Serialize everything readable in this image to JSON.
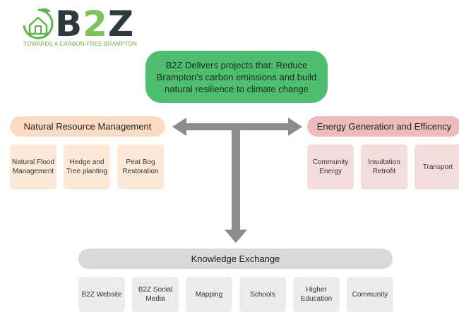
{
  "logo": {
    "wordmark_b": "B",
    "wordmark_2": "2",
    "wordmark_z": "Z",
    "tagline": "TOWARDS A CARBON-FREE BRAMPTON",
    "icon": "house-leaf-icon"
  },
  "headline": "B2Z Delivers projects that: Reduce Brampton's carbon emissions and build natural resilience to climate change",
  "natural_resource": {
    "title": "Natural Resource Management",
    "items": [
      "Natural Flood Management",
      "Hedge and Tree planting",
      "Peat Bog Restoration"
    ]
  },
  "energy": {
    "title": "Energy Generation and Efficency",
    "items": [
      "Community Energy",
      "Insultation Retrofit",
      "Transport"
    ]
  },
  "knowledge": {
    "title": "Knowledge Exchange",
    "items": [
      "B2Z Website",
      "B2Z Social Media",
      "Mapping",
      "Schools",
      "Higher Education",
      "Community"
    ]
  },
  "colors": {
    "headline_green": "#4dbf6e",
    "natural_header": "#fbdcc3",
    "natural_box": "#fde9d8",
    "energy_header": "#edbcbc",
    "energy_box": "#f5dcdc",
    "knowledge_header": "#d9d9d9",
    "knowledge_box": "#ececec",
    "arrow_gray": "#8c8c8c"
  }
}
